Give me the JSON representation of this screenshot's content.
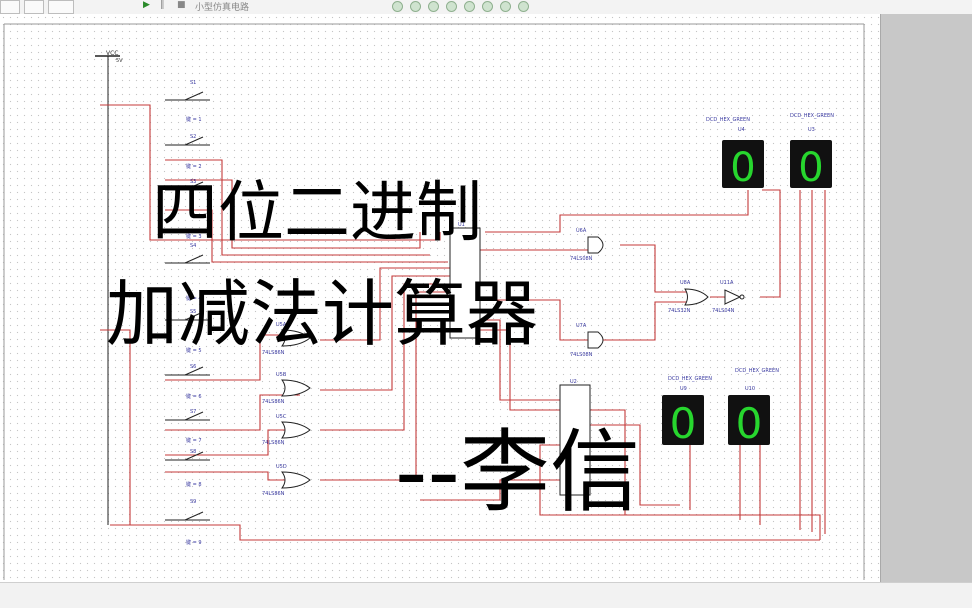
{
  "toolbar": {
    "sim_label": "小型仿真电路"
  },
  "schematic": {
    "vcc_label": "VCC",
    "vcc_voltage": "5V",
    "switches": [
      {
        "name": "S1",
        "key": "键 = 1"
      },
      {
        "name": "S2",
        "key": "键 = 2"
      },
      {
        "name": "S3",
        "key": "键 = 3"
      },
      {
        "name": "S4",
        "key": "键 = 4"
      },
      {
        "name": "S5",
        "key": "键 = 5"
      },
      {
        "name": "S6",
        "key": "键 = 6"
      },
      {
        "name": "S7",
        "key": "键 = 7"
      },
      {
        "name": "S8",
        "key": "键 = 8"
      },
      {
        "name": "S9",
        "key": "键 = 9"
      }
    ],
    "xor_gates": [
      {
        "ref": "U5A",
        "part": "74LS86N"
      },
      {
        "ref": "U5B",
        "part": "74LS86N"
      },
      {
        "ref": "U5C",
        "part": "74LS86N"
      },
      {
        "ref": "U5D",
        "part": "74LS86N"
      }
    ],
    "adders": [
      {
        "ref": "U1"
      },
      {
        "ref": "U2"
      }
    ],
    "logic_gates": [
      {
        "ref": "U6A",
        "part": "74LS08N"
      },
      {
        "ref": "U7A",
        "part": "74LS08N"
      },
      {
        "ref": "U8A",
        "part": "74LS32N"
      },
      {
        "ref": "U11A",
        "part": "74LS04N"
      }
    ],
    "displays": [
      {
        "ref": "U4",
        "part": "DCD_HEX_GREEN",
        "digit": "0"
      },
      {
        "ref": "U3",
        "part": "DCD_HEX_GREEN",
        "digit": "0"
      },
      {
        "ref": "U9",
        "part": "DCD_HEX_GREEN",
        "digit": "0"
      },
      {
        "ref": "U10",
        "part": "DCD_HEX_GREEN",
        "digit": "0"
      }
    ]
  },
  "overlay": {
    "title_line1": "四位二进制",
    "title_line2": "加减法计算器",
    "author": "--李信"
  }
}
